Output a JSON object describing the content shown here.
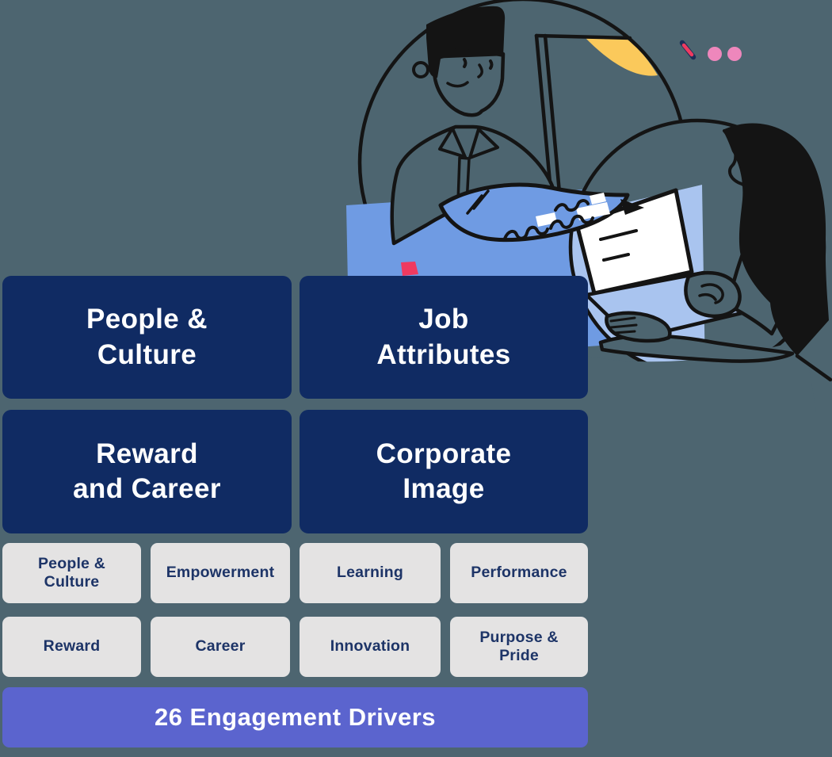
{
  "colors": {
    "background": "#4d6570",
    "tile_navy": "#102b63",
    "tile_gray": "#e4e3e3",
    "tile_text_navy": "#1d3467",
    "banner_purple": "#5b64ce",
    "text_white": "#ffffff",
    "desk_blue": "#6f9be3",
    "desk_light_blue": "#a9c4ef",
    "sun_yellow": "#fbc95b",
    "accent_pink": "#ee87bc",
    "accent_red": "#ef3a60",
    "outline_ink": "#141414"
  },
  "tiles": {
    "big": [
      {
        "label": "People &\nCulture"
      },
      {
        "label": "Job\nAttributes"
      },
      {
        "label": "Reward\nand Career"
      },
      {
        "label": "Corporate\nImage"
      }
    ],
    "small": [
      {
        "label": "People &\nCulture"
      },
      {
        "label": "Empowerment"
      },
      {
        "label": "Learning"
      },
      {
        "label": "Performance"
      },
      {
        "label": "Reward"
      },
      {
        "label": "Career"
      },
      {
        "label": "Innovation"
      },
      {
        "label": "Purpose &\nPride"
      }
    ]
  },
  "banner": {
    "label": "26 Engagement Drivers"
  }
}
